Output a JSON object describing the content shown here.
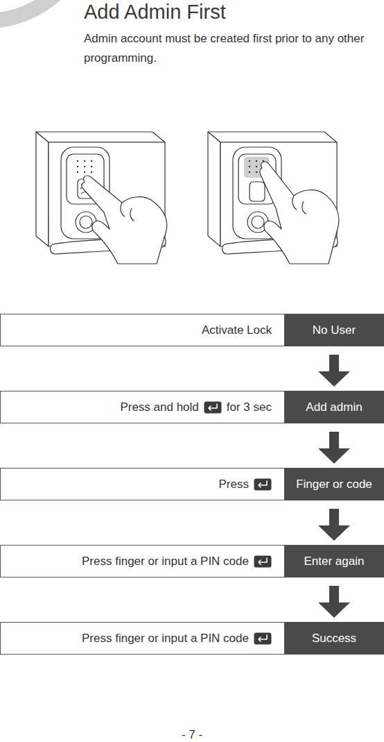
{
  "diagram": {
    "title": "Add Admin First",
    "nodes": [
      {
        "text": [
          "Activate Lock"
        ]
      },
      {
        "text": [
          "No User"
        ],
        "in": 0
      },
      {
        "text": [
          "Press and hold",
          "for 3 sec"
        ]
      },
      {
        "text": [
          "Add admin"
        ],
        "in": 2
      },
      {
        "text": [
          "Press"
        ]
      },
      {
        "text": [
          "Finger or code"
        ],
        "in": 4
      },
      {
        "text": [
          "Press finger or input a PIN code"
        ]
      },
      {
        "text": [
          "Enter again"
        ],
        "in": 6
      },
      {
        "text": [
          "Press finger or input a PIN code"
        ]
      },
      {
        "text": [
          "Success"
        ],
        "in": 8
      }
    ],
    "edges": [
      {
        "from": 1,
        "to": 3,
        "arrow": "to"
      },
      {
        "from": 3,
        "to": 5,
        "arrow": "to"
      },
      {
        "from": 5,
        "to": 7,
        "arrow": "to"
      },
      {
        "from": 7,
        "to": 9,
        "arrow": "to"
      }
    ],
    "labels": [
      "Admin account must be created first prior to any other programming.",
      "- 7 -"
    ]
  }
}
